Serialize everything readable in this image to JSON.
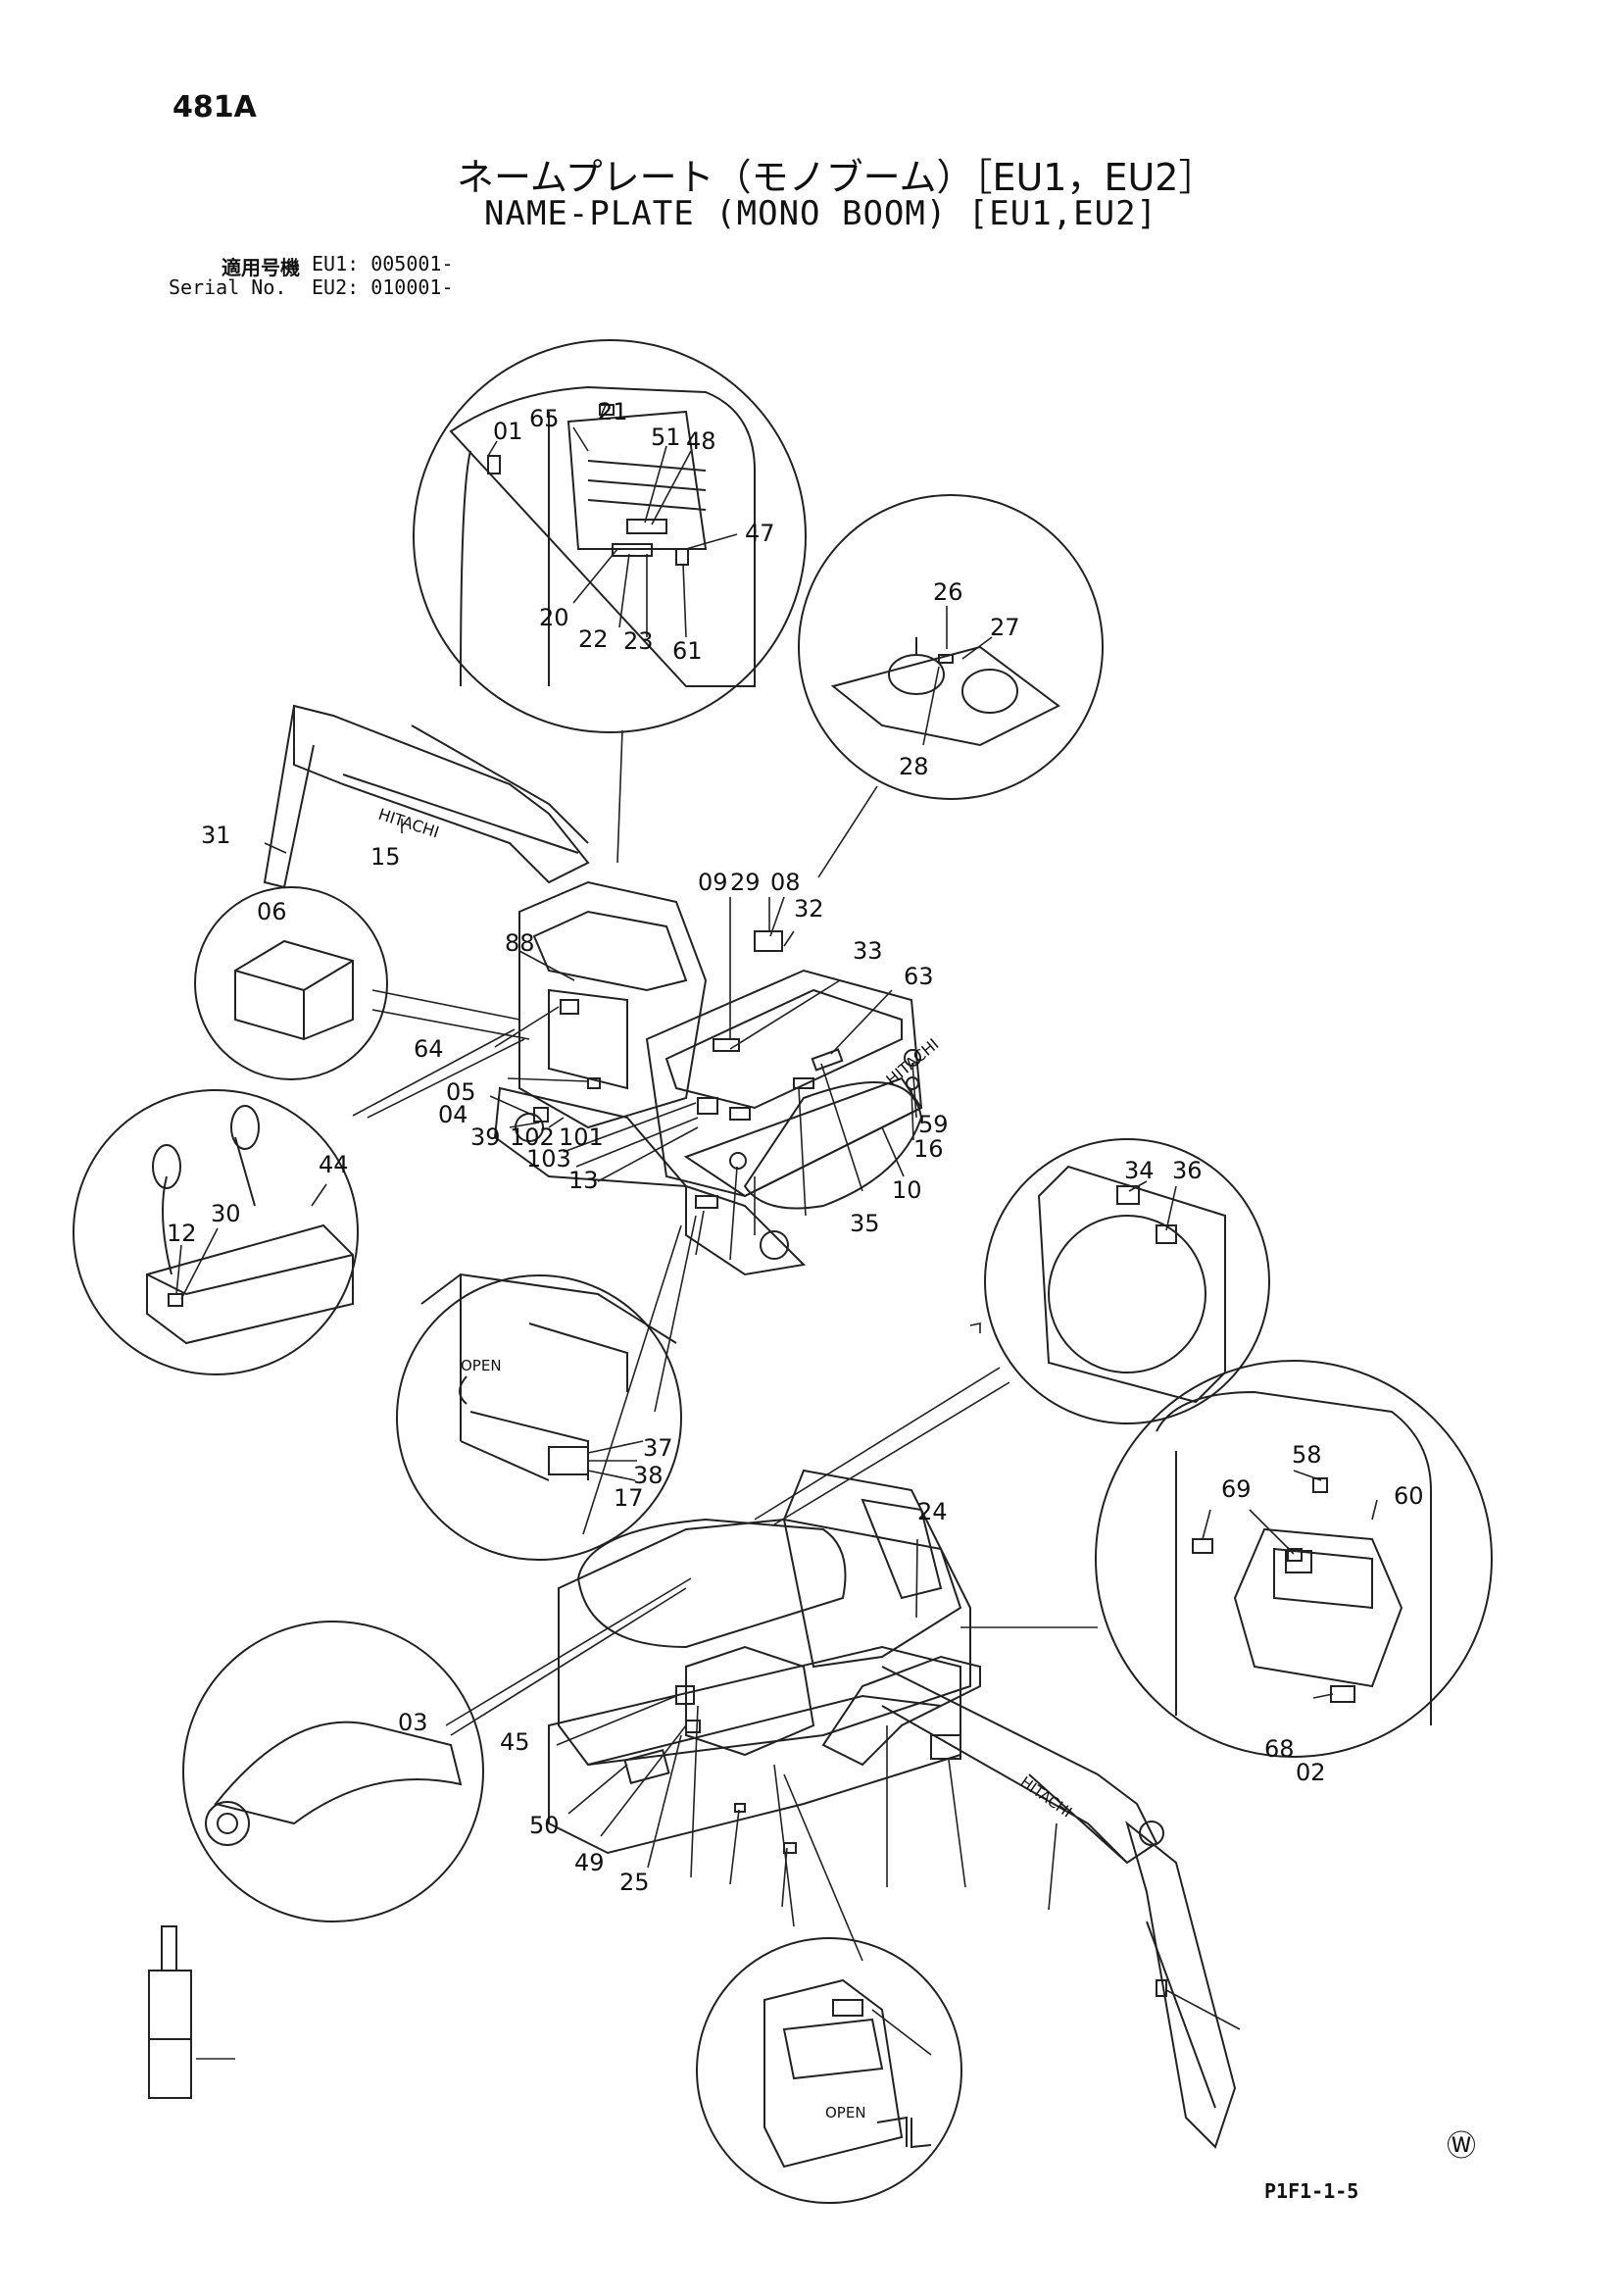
{
  "header": {
    "page_number": "481A",
    "title_jp": "ネームプレート（モノブーム）［EU1，EU2］",
    "title_en": "NAME-PLATE (MONO BOOM) [EU1,EU2]",
    "serial_label_jp": "適用号機",
    "serial_label_en": "Serial No.",
    "serial_eu1": "EU1: 005001-",
    "serial_eu2": "EU2: 010001-"
  },
  "diagram": {
    "brand_text": "HITACHI",
    "open_text": "OPEN",
    "callouts": [
      "01",
      "21",
      "65",
      "51",
      "48",
      "47",
      "61",
      "23",
      "22",
      "20",
      "26",
      "27",
      "28",
      "31",
      "15",
      "06",
      "88",
      "09",
      "29",
      "08",
      "32",
      "33",
      "63",
      "64",
      "05",
      "04",
      "39",
      "102",
      "101",
      "103",
      "13",
      "44",
      "12",
      "30",
      "59",
      "16",
      "10",
      "35",
      "34",
      "36",
      "37",
      "38",
      "17",
      "24",
      "58",
      "60",
      "69",
      "68",
      "02",
      "03",
      "45",
      "50",
      "49",
      "25"
    ]
  },
  "footer": {
    "mark": "Ⓦ",
    "figure_code": "P1F1-1-5"
  }
}
